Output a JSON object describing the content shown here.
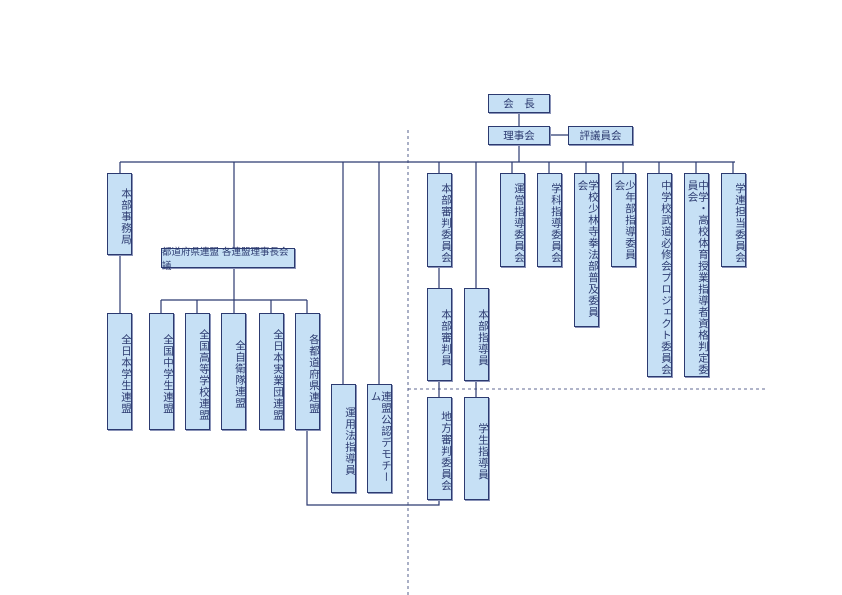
{
  "title": "組織図",
  "top": {
    "president": "会　長",
    "board": "理事会",
    "council": "評議員会"
  },
  "left": {
    "secretariat": "本部事務局",
    "prefectural_meeting": "都道府県連盟 各連盟理事長会議",
    "student_federation": "全日本学生連盟",
    "federations": [
      "全国中学生連盟",
      "全国高等学校連盟",
      "全自衛隊連盟",
      "全日本実業団連盟",
      "各都道府県連盟"
    ],
    "instructors": [
      "運用法指導員",
      "連盟公認デモチーム"
    ]
  },
  "right": {
    "referee_committee": "本部審判委員会",
    "referees": "本部審判員",
    "regional_referee_committee": "地方審判委員会",
    "hq_instructors": "本部指導員",
    "student_instructors": "学生指導員",
    "committees": [
      "運営指導委員会",
      "学科指導委員会",
      "学校少林寺拳法部普及委員会",
      "少年部指導委員会",
      "中学校武道必修会プロジェクト委員会",
      "中学・高校体育授業指導者資格判定委員会",
      "学連担当委員会"
    ]
  },
  "colors": {
    "box_fill": "#c6e0f5",
    "line": "#2c3a70"
  }
}
